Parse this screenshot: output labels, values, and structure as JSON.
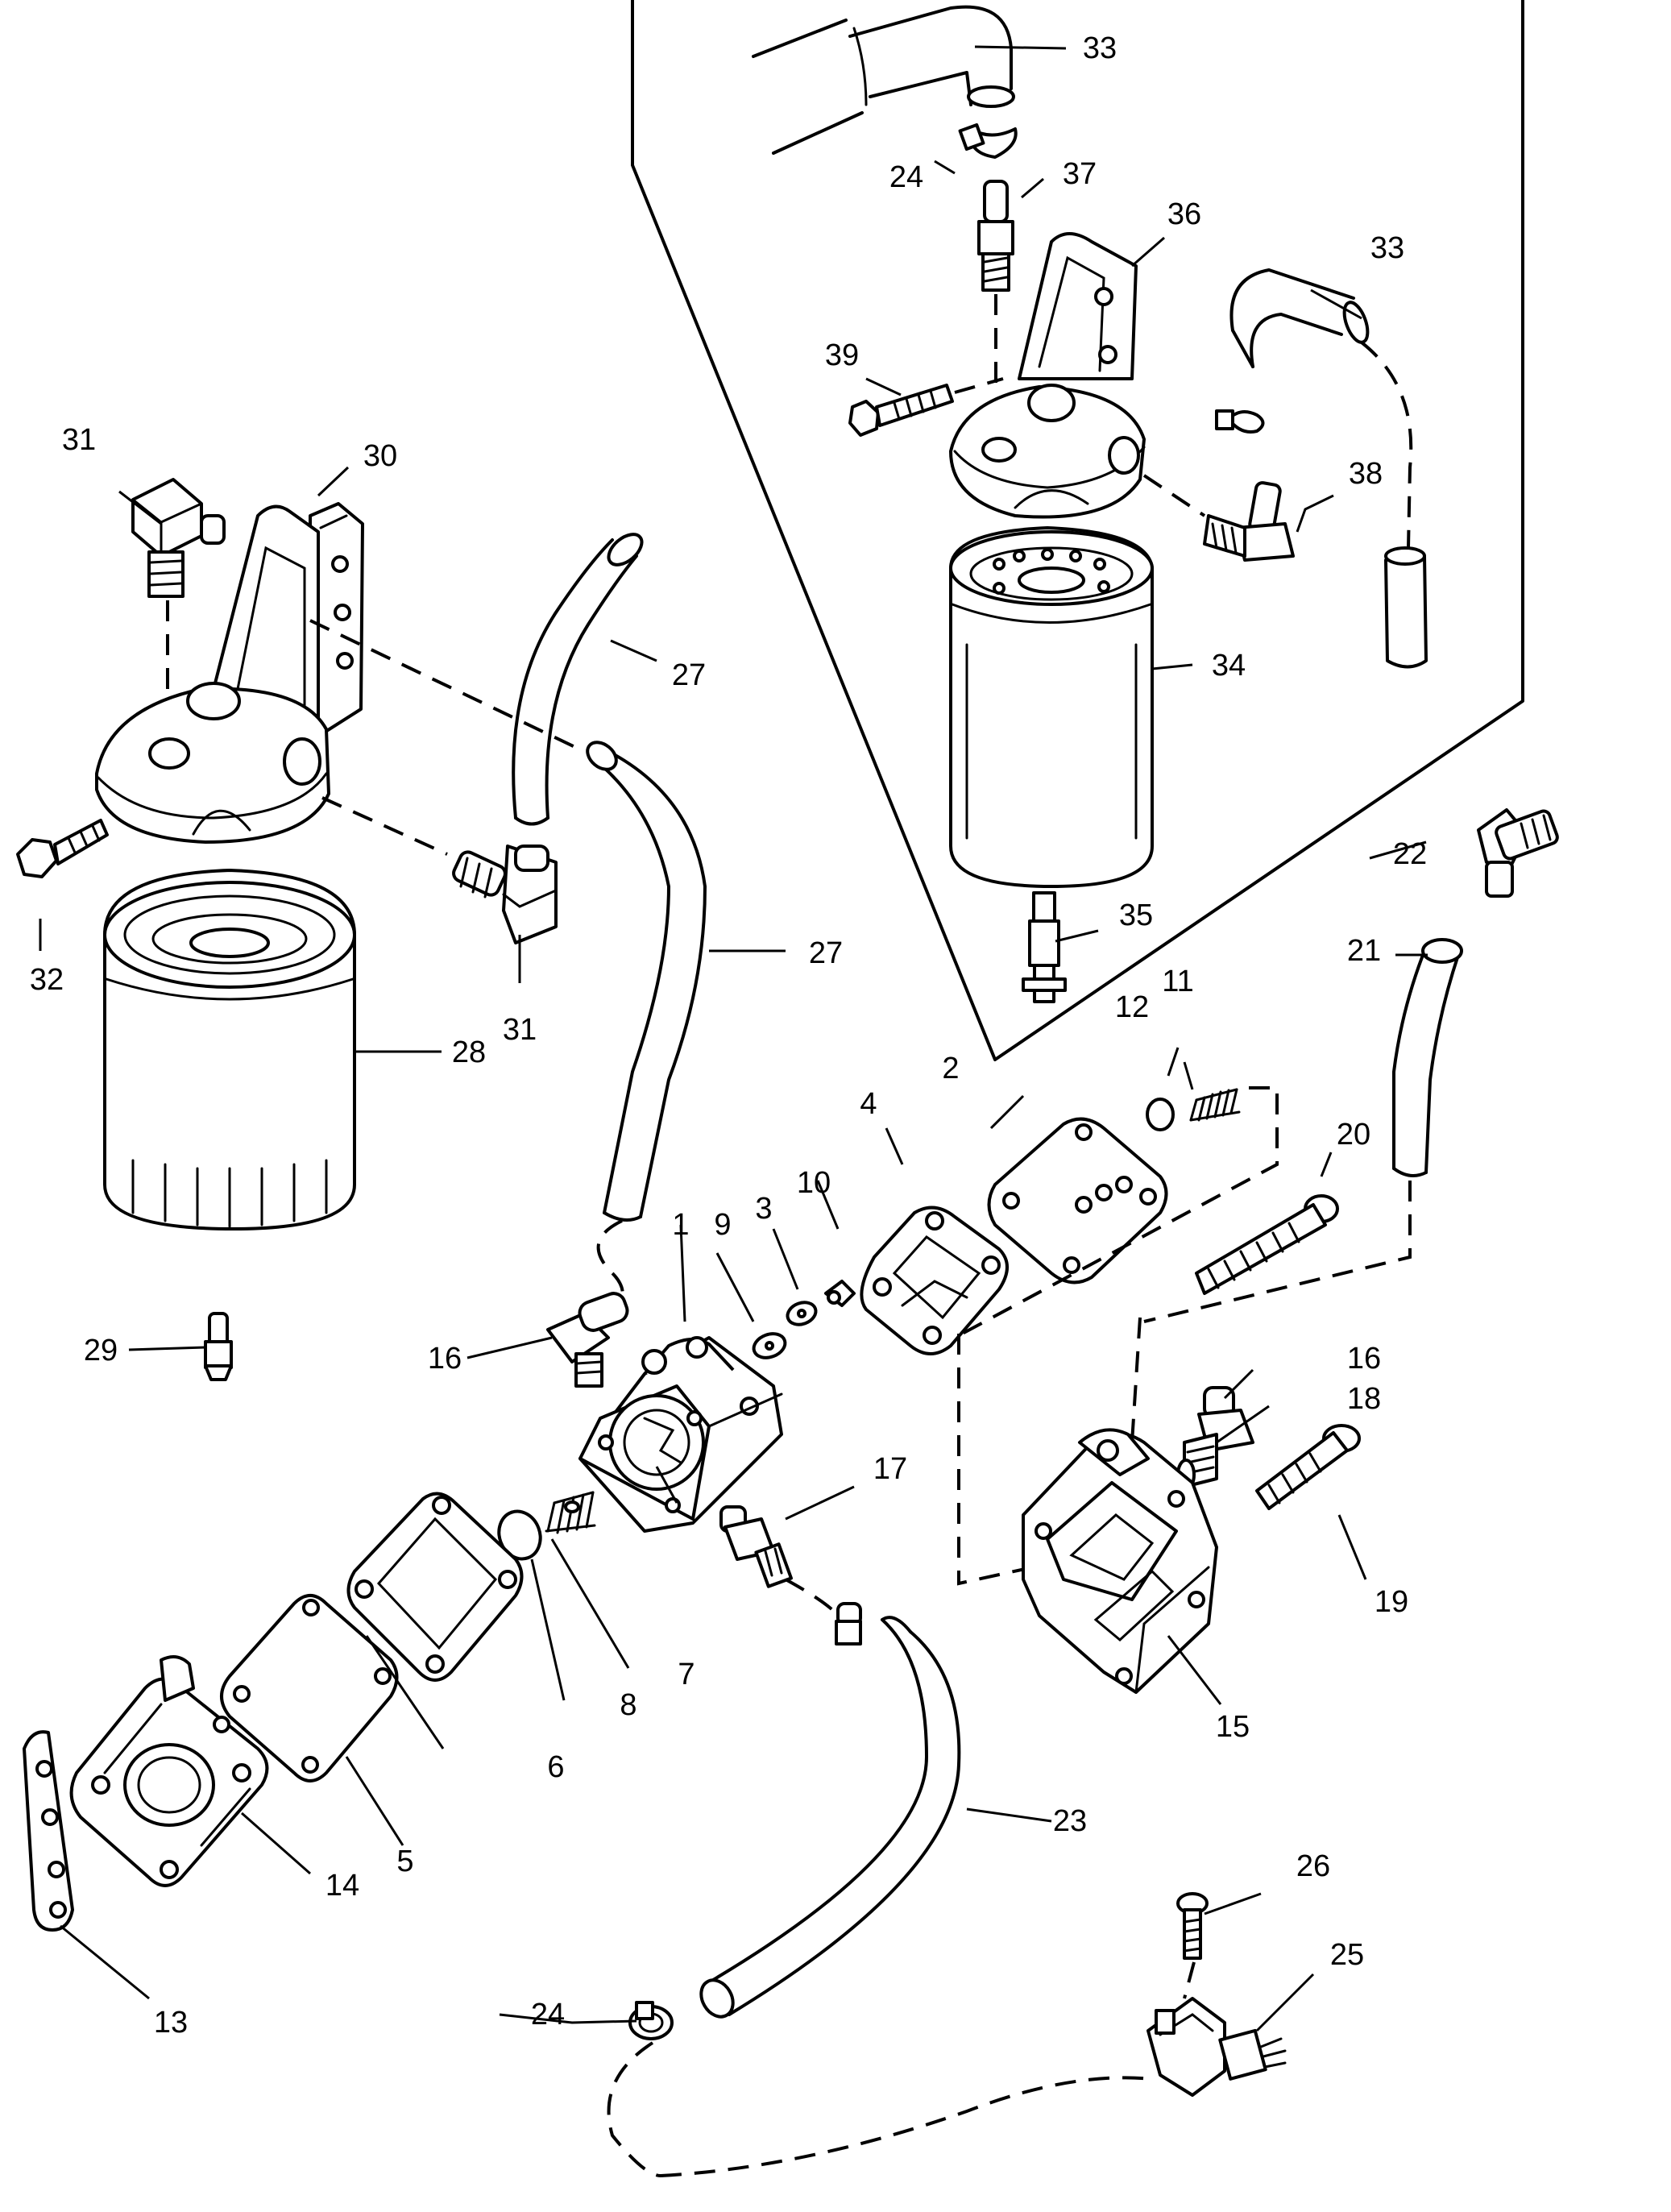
{
  "labels": {
    "l1": "1",
    "l2": "2",
    "l3": "3",
    "l4": "4",
    "l5": "5",
    "l6": "6",
    "l7": "7",
    "l8": "8",
    "l9": "9",
    "l10": "10",
    "l11": "11",
    "l12": "12",
    "l13": "13",
    "l14": "14",
    "l15": "15",
    "l16a": "16",
    "l16b": "16",
    "l17": "17",
    "l18": "18",
    "l19": "19",
    "l20": "20",
    "l21": "21",
    "l22": "22",
    "l23": "23",
    "l24a": "24",
    "l24b": "24",
    "l25": "25",
    "l26": "26",
    "l27a": "27",
    "l27b": "27",
    "l28": "28",
    "l29": "29",
    "l30": "30",
    "l31a": "31",
    "l31b": "31",
    "l32": "32",
    "l33a": "33",
    "l33b": "33",
    "l34": "34",
    "l35": "35",
    "l36": "36",
    "l37": "37",
    "l38": "38",
    "l39": "39"
  }
}
